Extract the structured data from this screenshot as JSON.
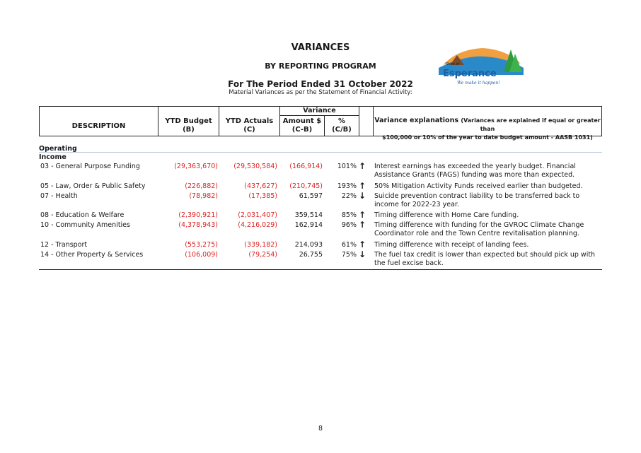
{
  "header": {
    "title": "VARIANCES",
    "subtitle": "BY REPORTING PROGRAM",
    "period": "For The Period Ended 31 October 2022",
    "note": "Material Variances as per the Statement of Financial Activity:"
  },
  "logo": {
    "line1": "Shire of",
    "name": "Esperance",
    "tagline": "We make it happen!"
  },
  "table_header": {
    "description": "DESCRIPTION",
    "ytd_budget": "YTD Budget",
    "ytd_budget_sub": "(B)",
    "ytd_actuals": "YTD Actuals",
    "ytd_actuals_sub": "(C)",
    "variance": "Variance",
    "amount": "Amount $",
    "amount_sub": "(C-B)",
    "pct": "%",
    "pct_sub": "(C/B)",
    "explanations": "Variance explanations",
    "explanations_note": "(Variances are explained if equal or greater than",
    "explanations_note2": "$100,000 or 10% of the year to date budget amount - AASB 1031)"
  },
  "sections": {
    "operating": "Operating",
    "income": "Income"
  },
  "rows": [
    {
      "desc": "03 - General Purpose Funding",
      "budget": "(29,363,670)",
      "actual": "(29,530,584)",
      "amount": "(166,914)",
      "pct": "101%",
      "arrow": "↑",
      "exp": "Interest earnings has exceeded the yearly budget. Financial Assistance Grants (FAGS) funding was more than expected."
    },
    {
      "desc": "05 - Law, Order & Public Safety",
      "budget": "(226,882)",
      "actual": "(437,627)",
      "amount": "(210,745)",
      "pct": "193%",
      "arrow": "↑",
      "exp": "50% Mitigation Activity Funds received earlier than budgeted."
    },
    {
      "desc": "07 - Health",
      "budget": "(78,982)",
      "actual": "(17,385)",
      "amount": "61,597",
      "pct": "22%",
      "arrow": "↓",
      "exp": "Suicide prevention contract liability to be transferred back to income for 2022-23 year."
    },
    {
      "desc": "08 - Education & Welfare",
      "budget": "(2,390,921)",
      "actual": "(2,031,407)",
      "amount": "359,514",
      "pct": "85%",
      "arrow": "↑",
      "exp": "Timing difference with Home Care funding."
    },
    {
      "desc": "10 - Community Amenities",
      "budget": "(4,378,943)",
      "actual": "(4,216,029)",
      "amount": "162,914",
      "pct": "96%",
      "arrow": "↑",
      "exp": "Timing difference with funding for the GVROC Climate Change Coordinator role and the Town Centre revitalisation planning."
    },
    {
      "desc": "12 - Transport",
      "budget": "(553,275)",
      "actual": "(339,182)",
      "amount": "214,093",
      "pct": "61%",
      "arrow": "↑",
      "exp": "Timing difference with receipt of landing fees."
    },
    {
      "desc": "14 - Other Property & Services",
      "budget": "(106,009)",
      "actual": "(79,254)",
      "amount": "26,755",
      "pct": "75%",
      "arrow": "↓",
      "exp": "The fuel tax credit is lower than expected but should pick up with the fuel excise back."
    }
  ],
  "footer": {
    "page": "8"
  }
}
